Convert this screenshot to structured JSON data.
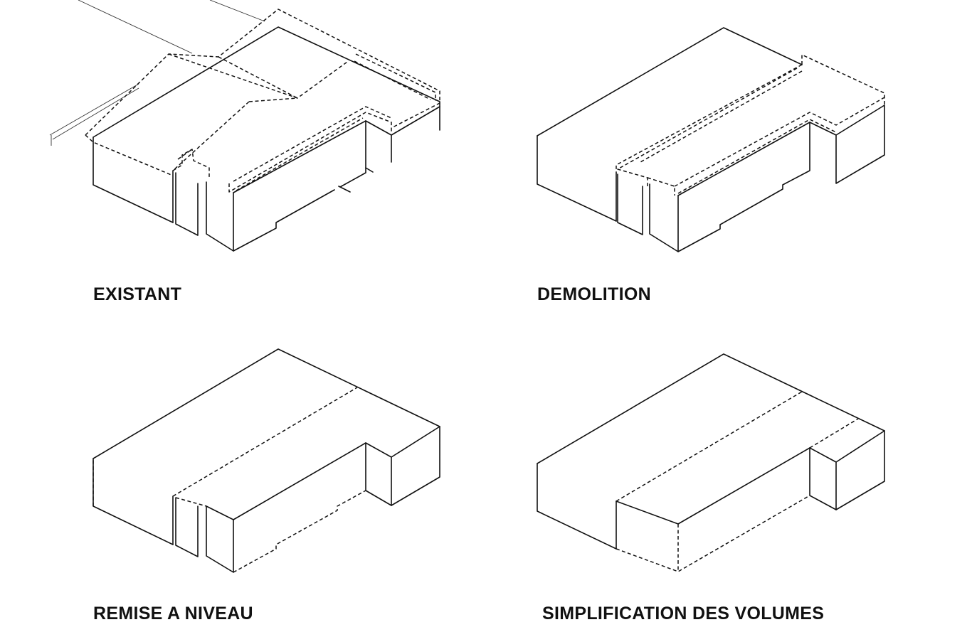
{
  "colors": {
    "ink": "#111111",
    "background": "#ffffff"
  },
  "panels": [
    {
      "id": "existant",
      "label": "EXISTANT"
    },
    {
      "id": "demolition",
      "label": "DEMOLITION"
    },
    {
      "id": "remise",
      "label": "REMISE A NIVEAU"
    },
    {
      "id": "simplification",
      "label": "SIMPLIFICATION DES VOLUMES"
    }
  ]
}
